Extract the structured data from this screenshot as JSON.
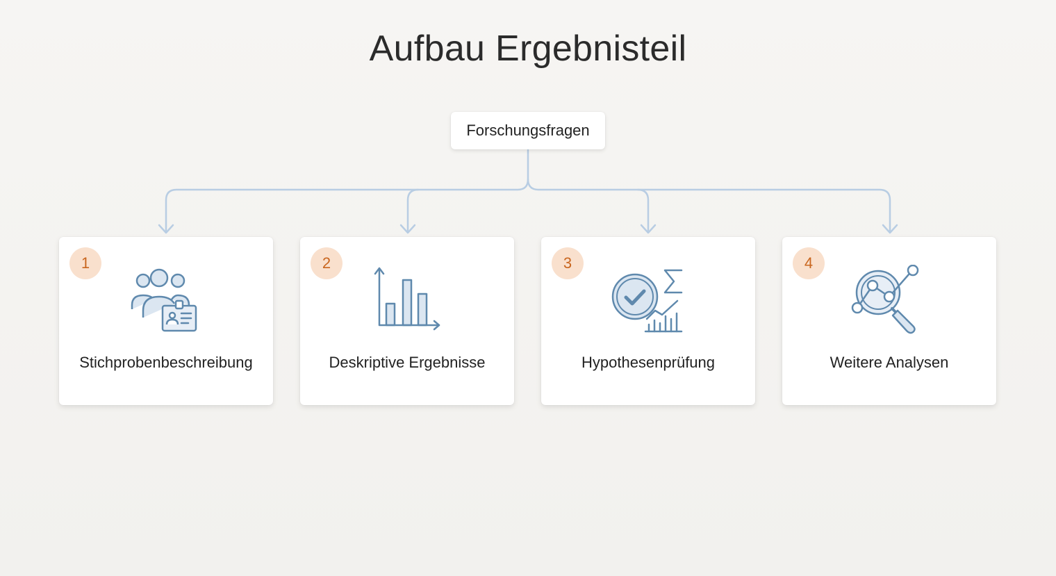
{
  "title": "Aufbau Ergebnisteil",
  "root": {
    "label": "Forschungsfragen"
  },
  "cards": [
    {
      "number": "1",
      "label": "Stichprobenbeschreibung",
      "icon": "people-id-card-icon"
    },
    {
      "number": "2",
      "label": "Deskriptive Ergebnisse",
      "icon": "bar-chart-icon"
    },
    {
      "number": "3",
      "label": "Hypothesenprüfung",
      "icon": "check-sigma-chart-icon"
    },
    {
      "number": "4",
      "label": "Weitere Analysen",
      "icon": "magnifier-network-icon"
    }
  ],
  "colors": {
    "connector": "#b8cde3",
    "icon_stroke": "#5f89ad",
    "icon_fill": "#dbe6f1",
    "badge_bg": "#f9e0cd",
    "badge_text": "#c9661f"
  }
}
